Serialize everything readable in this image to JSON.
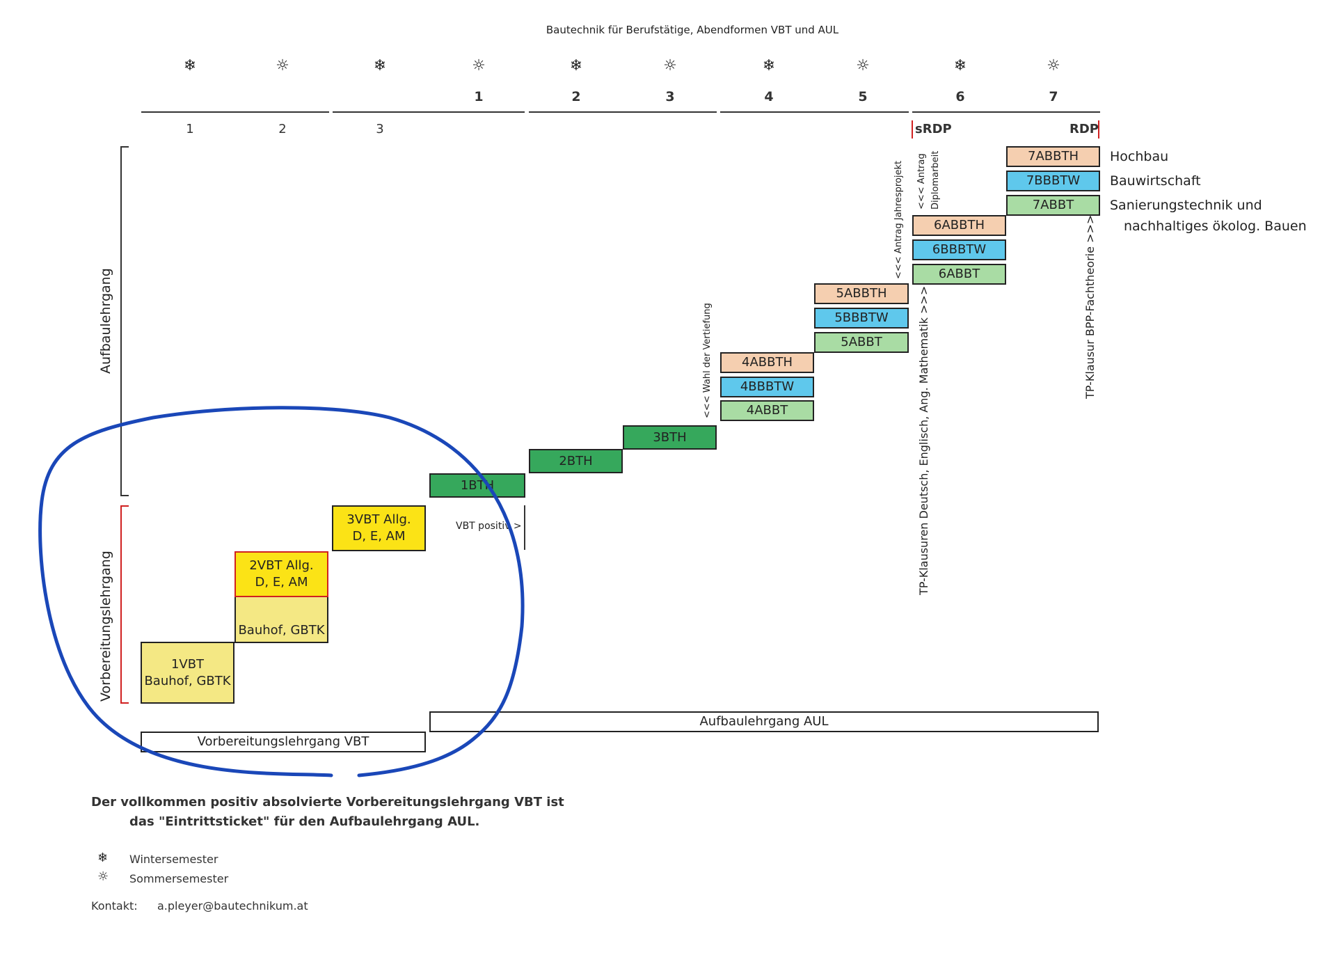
{
  "title": "Bautechnik für Berufstätige, Abendformen VBT und AUL",
  "symbols": {
    "winter": "❄",
    "summer": "☼"
  },
  "semester_numbers_top": [
    "1",
    "2",
    "3",
    "4",
    "5",
    "6",
    "7"
  ],
  "semester_numbers_vbt": [
    "1",
    "2",
    "3"
  ],
  "srdp": "sRDP",
  "rdp": "RDP",
  "vbt_boxes": {
    "b1_line1": "1VBT",
    "b1_line2": "Bauhof, GBTK",
    "b2_bottom": "Bauhof, GBTK",
    "b2_line1": "2VBT  Allg.",
    "b2_line2": "D, E, AM",
    "b3_line1": "3VBT  Allg.",
    "b3_line2": "D, E, AM"
  },
  "aul_boxes": {
    "b1": "1BTH",
    "b2": "2BTH",
    "b3": "3BTH",
    "s4": [
      "4ABBTH",
      "4BBBTW",
      "4ABBT"
    ],
    "s5": [
      "5ABBTH",
      "5BBBTW",
      "5ABBT"
    ],
    "s6": [
      "6ABBTH",
      "6BBBTW",
      "6ABBT"
    ],
    "s7": [
      "7ABBTH",
      "7BBBTW",
      "7ABBT"
    ]
  },
  "branches": {
    "hochbau": "Hochbau",
    "bauwirtschaft": "Bauwirtschaft",
    "sanierung_line1": "Sanierungstechnik und",
    "sanierung_line2": "nachhaltiges ökolog. Bauen"
  },
  "side_labels": {
    "aufbau": "Aufbaulehrgang",
    "vorbereitung": "Vorbereitungslehrgang"
  },
  "notes_vertical": {
    "wahl": "<<< Wahl der Vertiefung",
    "jahresprojekt": "<<< Antrag Jahresprojekt",
    "diplom_line1": "<<< Antrag",
    "diplom_line2": "Diplomarbeit",
    "tp_klausuren": "TP-Klausuren  Deutsch, Englisch, Ang. Mathematik >>>",
    "tp_fach": "TP-Klausur  BPP-Fachtheorie  >>>"
  },
  "vbt_positiv": "VBT positiv  >",
  "bars": {
    "vbt": "Vorbereitungslehrgang VBT",
    "aul": "Aufbaulehrgang AUL"
  },
  "footnote_line1": "Der vollkommen positiv absolvierte Vorbereitungslehrgang VBT ist",
  "footnote_line2": "das \"Eintrittsticket\" für den Aufbaulehrgang AUL.",
  "legend": {
    "winter": "Wintersemester",
    "summer": "Sommersemester"
  },
  "contact_label": "Kontakt:",
  "contact_email": "a.pleyer@bautechnikum.at",
  "colors": {
    "orange": "#f5cfb0",
    "blue": "#5fc8ec",
    "light_green": "#a9dca4",
    "green": "#36a85c",
    "yellow": "#fbe316",
    "light_yellow": "#f4e884",
    "circle": "#1a47b8",
    "red": "#d02020"
  }
}
